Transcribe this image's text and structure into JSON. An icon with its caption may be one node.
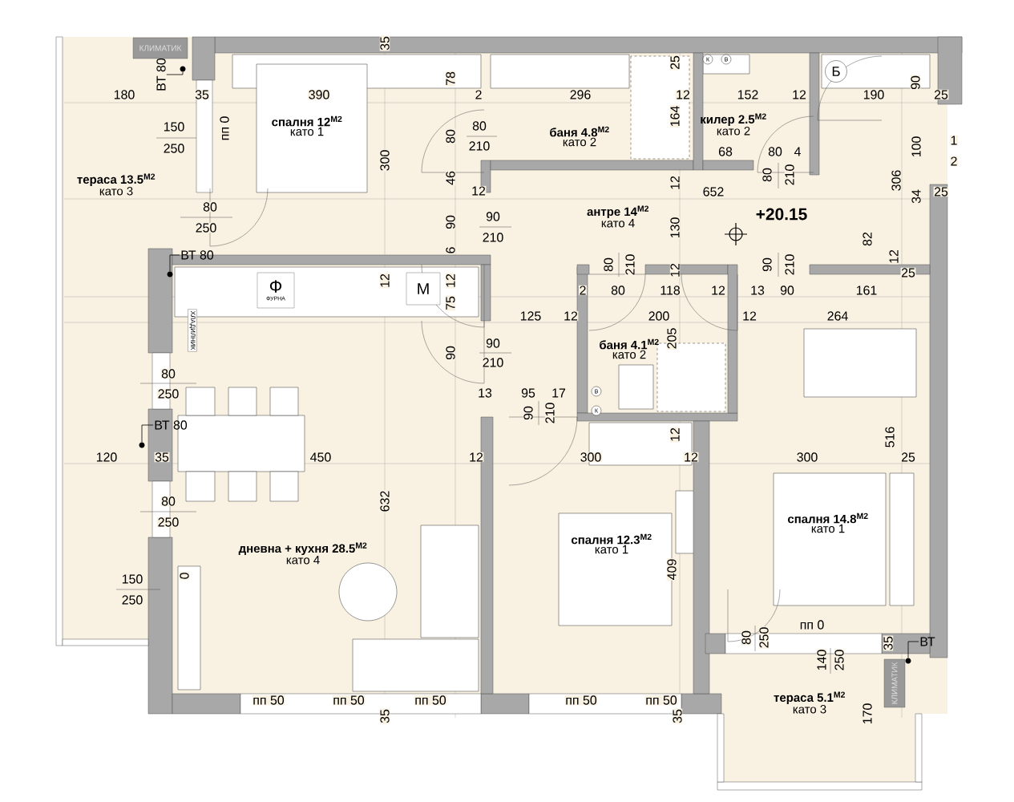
{
  "diagram": {
    "nodes": [
      {
        "text": [
          "тераса 13.5$^{M2}$",
          "като 3"
        ]
      },
      {
        "text": [
          "спалня 12$^{M2}$",
          "като 1"
        ]
      },
      {
        "text": [
          "баня 4.8$^{M2}$",
          "като 2"
        ]
      },
      {
        "text": [
          "килер 2.5$^{M2}$",
          "като 2"
        ]
      },
      {
        "text": [
          "антре 14$^{M2}$",
          "като 4"
        ]
      },
      {
        "text": [
          "баня 4.1$^{M2}$",
          "като 2"
        ]
      },
      {
        "text": [
          "дневна + кухня 28.5$^{M2}$",
          "като 4"
        ]
      },
      {
        "text": [
          "спалня 12.3$^{M2}$",
          "като 1"
        ]
      },
      {
        "text": [
          "спалня 14.8$^{M2}$",
          "като 1"
        ]
      },
      {
        "text": [
          "тераса 5.1$^{M2}$",
          "като 3"
        ]
      },
      {
        "text": [
          "КЛИМАТИК"
        ]
      },
      {
        "text": [
          "ВТ 80"
        ]
      },
      {
        "text": [
          "Б"
        ]
      },
      {
        "text": [
          "К"
        ]
      },
      {
        "text": [
          "В"
        ]
      },
      {
        "text": [
          "ВТ 80"
        ]
      },
      {
        "text": [
          "Ф",
          "ФУРНА"
        ]
      },
      {
        "text": [
          "M"
        ]
      },
      {
        "text": [
          "ХЛАДИЛНИК"
        ]
      },
      {
        "text": [
          "ВТ 80"
        ]
      },
      {
        "text": [
          "К"
        ]
      },
      {
        "text": [
          "В"
        ]
      },
      {
        "text": [
          "ВТ"
        ]
      },
      {
        "text": [
          "КЛИМАТИК"
        ]
      },
      {
        "text": [],
        "shape": "circle"
      },
      {
        "text": [],
        "shape": "circle"
      },
      {
        "text": [],
        "shape": "circle"
      },
      {
        "text": [],
        "shape": "circle"
      }
    ],
    "edges": [
      {
        "from": 11,
        "to": 24,
        "arrow": "none"
      },
      {
        "from": 15,
        "to": 25,
        "arrow": "none"
      },
      {
        "from": 19,
        "to": 26,
        "arrow": "none"
      },
      {
        "from": 22,
        "to": 27,
        "arrow": "none"
      }
    ],
    "labels": [
      "35",
      "25",
      "78",
      "90",
      "180",
      "35",
      "390",
      "2",
      "296",
      "12",
      "152",
      "12",
      "190",
      "25",
      "164",
      "150",
      "пп 0",
      "80",
      "80",
      "1",
      "250",
      "210",
      "68",
      "80",
      "4",
      "100",
      "300",
      "2",
      "46",
      "12",
      "80",
      "210",
      "306",
      "12",
      "652",
      "34",
      "25",
      "80",
      "90",
      "90",
      "+20.15",
      "250",
      "130",
      "210",
      "82",
      "6",
      "12",
      "80",
      "210",
      "12",
      "90",
      "210",
      "25",
      "12",
      "12",
      "2",
      "80",
      "118",
      "12",
      "13",
      "90",
      "161",
      "75",
      "125",
      "12",
      "200",
      "12",
      "264",
      "90",
      "205",
      "90",
      "210",
      "80",
      "250",
      "13",
      "95",
      "17",
      "90",
      "210",
      "12",
      "516",
      "120",
      "35",
      "450",
      "12",
      "300",
      "12",
      "300",
      "25",
      "80",
      "632",
      "250",
      "409",
      "150",
      "0",
      "250",
      "пп 0",
      "80",
      "250",
      "35",
      "140",
      "250",
      "пп 50",
      "пп 50",
      "пп 50",
      "пп 50",
      "пп 50",
      "35",
      "35",
      "170"
    ]
  }
}
